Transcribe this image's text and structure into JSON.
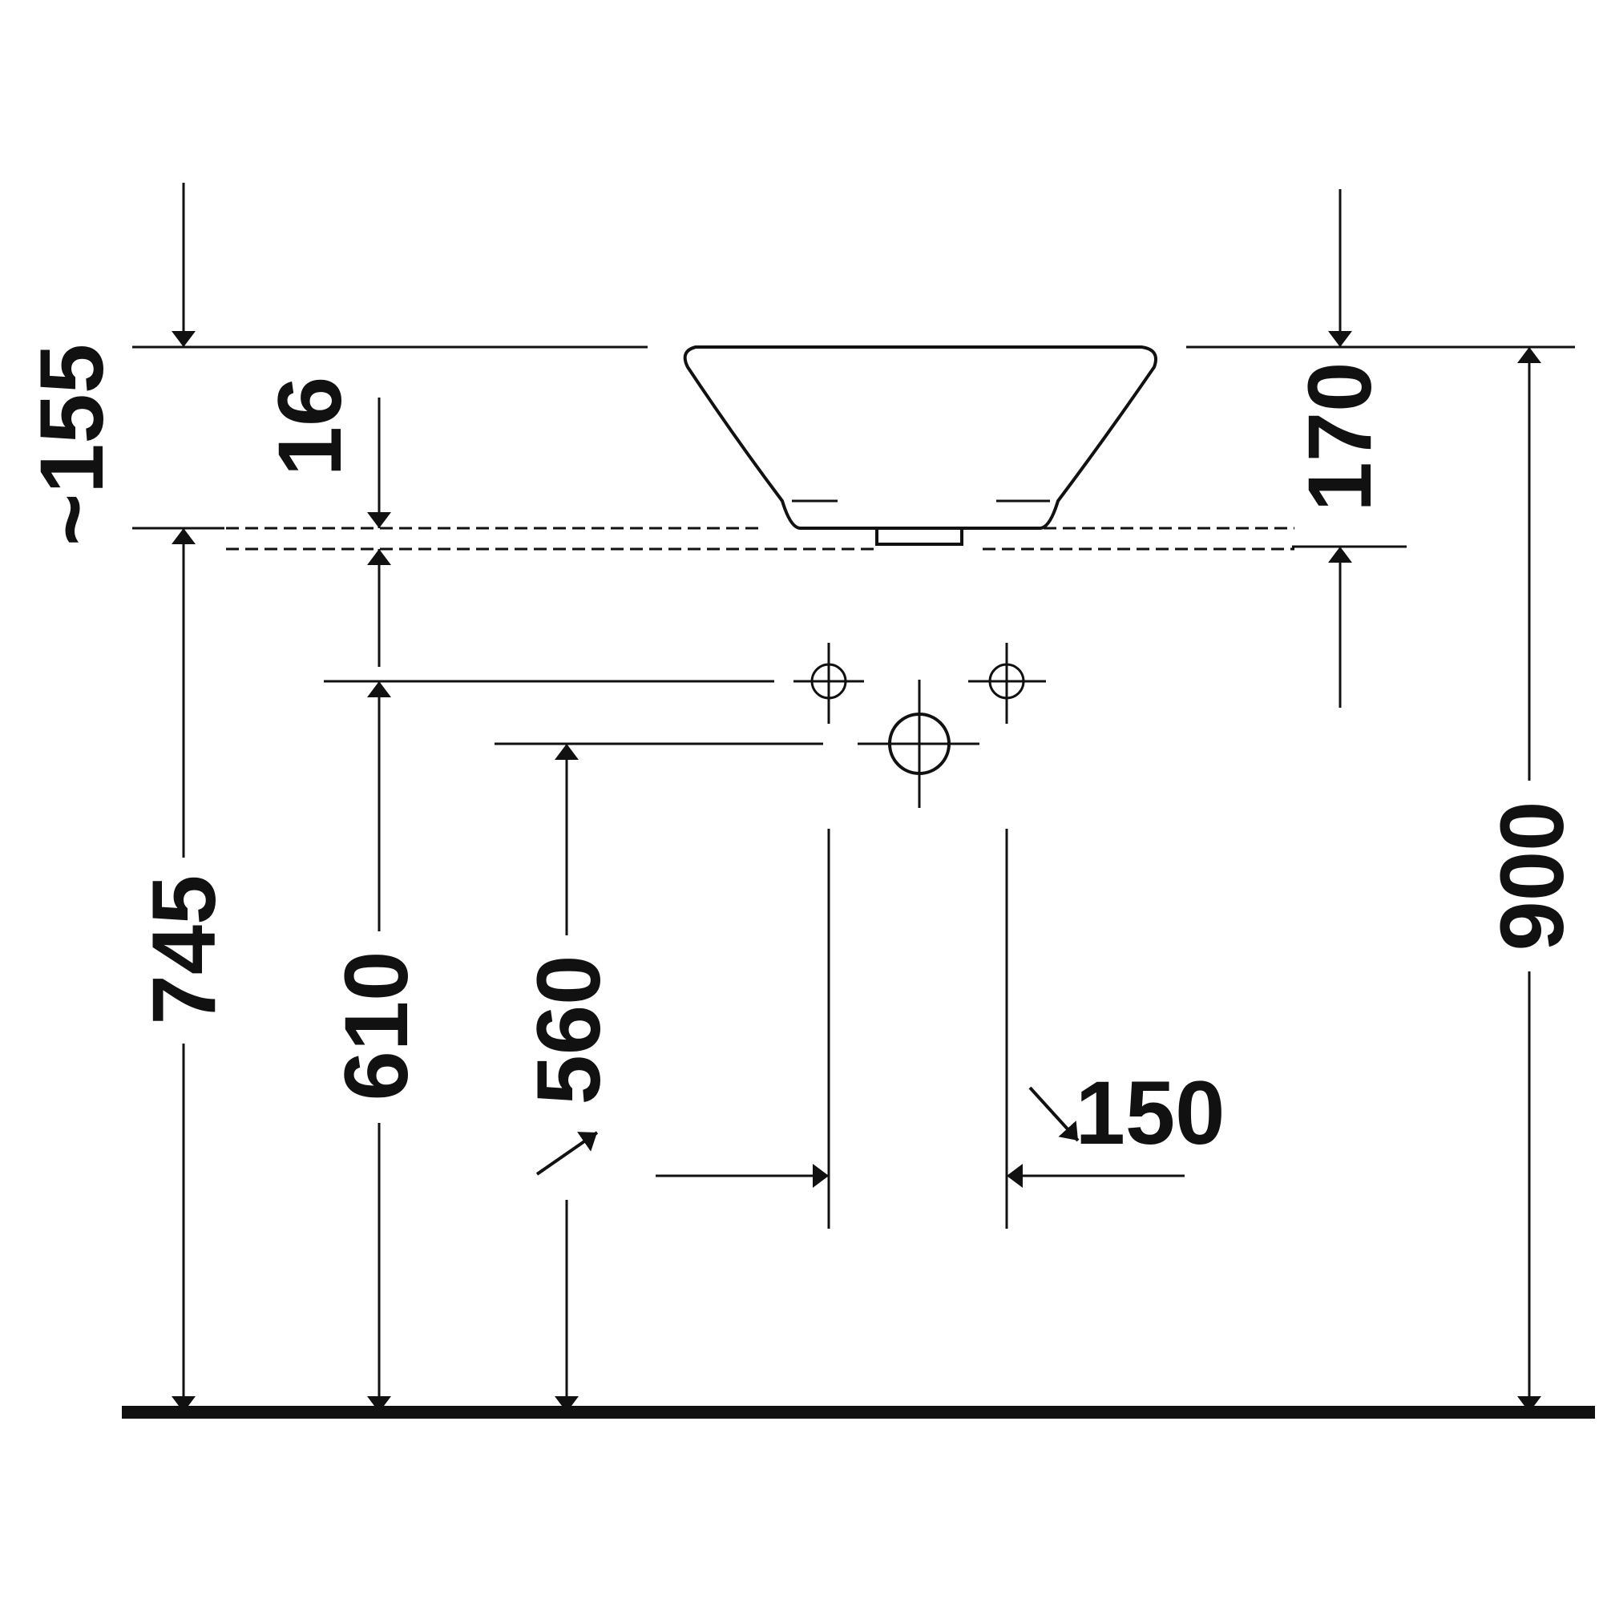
{
  "dimensions": {
    "d155": "~155",
    "d16": "16",
    "d170": "170",
    "d745": "745",
    "d610": "610",
    "d560": "560",
    "d900": "900",
    "d150": "150"
  },
  "colors": {
    "line": "#111111",
    "background": "#ffffff"
  }
}
